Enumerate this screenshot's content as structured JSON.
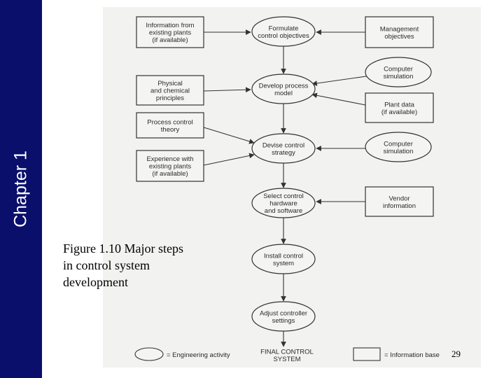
{
  "slide": {
    "chapter_label": "Chapter 1",
    "caption": "Figure 1.10 Major steps in control system development",
    "page_number": "29",
    "colors": {
      "sidebar": "#0a0f6b",
      "scan_background": "#f2f2f0"
    }
  },
  "diagram": {
    "nodes": [
      {
        "id": "info-plants",
        "shape": "box",
        "lines": [
          "Information from",
          "existing plants",
          "(if available)"
        ]
      },
      {
        "id": "formulate",
        "shape": "ellipse",
        "lines": [
          "Formulate",
          "control objectives"
        ]
      },
      {
        "id": "mgmt",
        "shape": "box",
        "lines": [
          "Management",
          "objectives"
        ]
      },
      {
        "id": "comp-sim-1",
        "shape": "ellipse",
        "lines": [
          "Computer",
          "simulation"
        ]
      },
      {
        "id": "phys-chem",
        "shape": "box",
        "lines": [
          "Physical",
          "and chemical",
          "principles"
        ]
      },
      {
        "id": "develop",
        "shape": "ellipse",
        "lines": [
          "Develop process",
          "model"
        ]
      },
      {
        "id": "plant-data",
        "shape": "box",
        "lines": [
          "Plant data",
          "(if available)"
        ]
      },
      {
        "id": "pct",
        "shape": "box",
        "lines": [
          "Process control",
          "theory"
        ]
      },
      {
        "id": "devise",
        "shape": "ellipse",
        "lines": [
          "Devise control",
          "strategy"
        ]
      },
      {
        "id": "comp-sim-2",
        "shape": "ellipse",
        "lines": [
          "Computer",
          "simulation"
        ]
      },
      {
        "id": "experience",
        "shape": "box",
        "lines": [
          "Experience with",
          "existing plants",
          "(if available)"
        ]
      },
      {
        "id": "select",
        "shape": "ellipse",
        "lines": [
          "Select control",
          "hardware",
          "and software"
        ]
      },
      {
        "id": "vendor",
        "shape": "box",
        "lines": [
          "Vendor",
          "information"
        ]
      },
      {
        "id": "install",
        "shape": "ellipse",
        "lines": [
          "Install control",
          "system"
        ]
      },
      {
        "id": "adjust",
        "shape": "ellipse",
        "lines": [
          "Adjust controller",
          "settings"
        ]
      },
      {
        "id": "final",
        "shape": "text",
        "lines": [
          "FINAL CONTROL",
          "SYSTEM"
        ]
      }
    ],
    "legend": {
      "activity_label": "= Engineering activity",
      "info_label": "= Information base"
    }
  }
}
